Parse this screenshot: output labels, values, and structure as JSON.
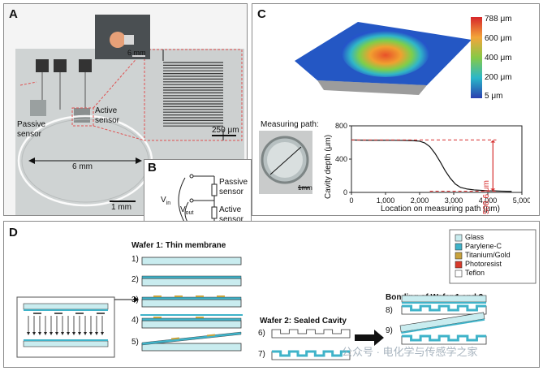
{
  "panel_a": {
    "label": "A",
    "scale_inset": "6 mm",
    "passive_label_1": "Passive",
    "passive_label_2": "sensor",
    "active_label_1": "Active",
    "active_label_2": "sensor",
    "diameter": "6 mm",
    "zoom_scale": "250 μm",
    "main_scale": "1 mm"
  },
  "panel_b": {
    "label": "B",
    "vin": "V",
    "vin_sub": "in",
    "vout": "V",
    "vout_sub": "out",
    "passive_1": "Passive",
    "passive_2": "sensor",
    "active_1": "Active",
    "active_2": "sensor"
  },
  "panel_c": {
    "label": "C",
    "colorbar_ticks": [
      "788 μm",
      "600 μm",
      "400 μm",
      "200 μm",
      "5 μm"
    ],
    "measuring_path": "Measuring path:",
    "photo_scale": "1mm",
    "annotation": "508.6 μm",
    "chart_data": {
      "type": "line",
      "xlabel": "Location on measuring path (μm)",
      "ylabel": "Cavity depth (μm)",
      "xlim": [
        0,
        5000
      ],
      "ylim": [
        0,
        800
      ],
      "x_ticks": [
        "0",
        "1,000",
        "2,000",
        "3,000",
        "4,000",
        "5,000"
      ],
      "y_ticks": [
        "0",
        "400",
        "800"
      ],
      "x": [
        0,
        300,
        600,
        900,
        1200,
        1500,
        1800,
        2000,
        2150,
        2300,
        2450,
        2600,
        2750,
        2900,
        3050,
        3200,
        3400,
        3600,
        3800,
        4000,
        4200,
        4400,
        4700
      ],
      "y": [
        630,
        628,
        627,
        627,
        626,
        625,
        622,
        615,
        595,
        550,
        470,
        370,
        260,
        170,
        100,
        60,
        40,
        30,
        25,
        20,
        18,
        15,
        12
      ]
    }
  },
  "panel_d": {
    "label": "D",
    "wafer1_title": "Wafer 1: Thin membrane",
    "wafer2_title": "Wafer 2: Sealed Cavity",
    "bonding_title": "Bonding of Wafer 1 and 2",
    "steps": [
      "1)",
      "2)",
      "3)",
      "4)",
      "5)",
      "6)",
      "7)",
      "8)",
      "9)"
    ],
    "legend": [
      {
        "label": "Glass",
        "color": "#c9ecef"
      },
      {
        "label": "Parylene-C",
        "color": "#3fb3c9"
      },
      {
        "label": "Titanium/Gold",
        "color": "#c8a23c"
      },
      {
        "label": "Photoresist",
        "color": "#d93a2b"
      },
      {
        "label": "Teflon",
        "color": "#ffffff"
      }
    ],
    "watermark": "公众号 · 电化学与传感学之家"
  }
}
